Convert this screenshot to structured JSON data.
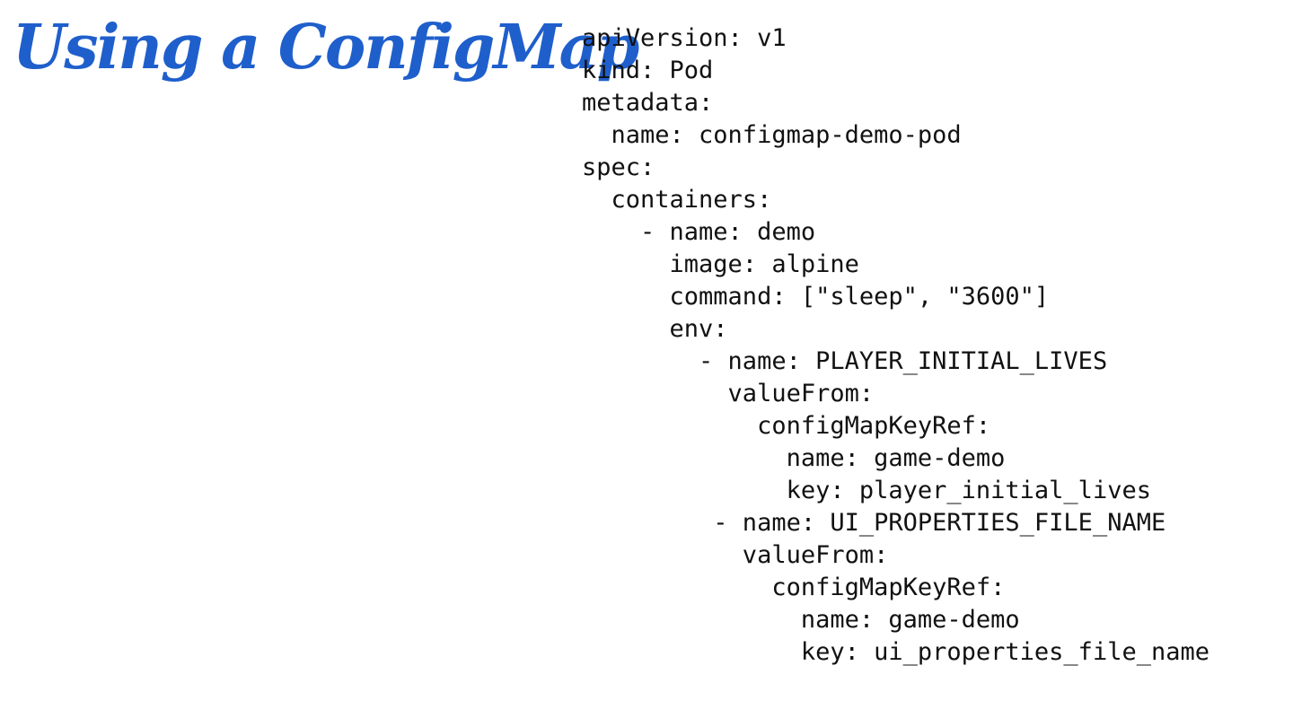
{
  "slide": {
    "title": "Using a ConfigMap",
    "title_color": "#1f5fcc"
  },
  "code": {
    "lines": [
      "apiVersion: v1",
      "kind: Pod",
      "metadata:",
      "  name: configmap-demo-pod",
      "spec:",
      "  containers:",
      "    - name: demo",
      "      image: alpine",
      "      command: [\"sleep\", \"3600\"]",
      "      env:",
      "        - name: PLAYER_INITIAL_LIVES",
      "          valueFrom:",
      "            configMapKeyRef:",
      "              name: game-demo",
      "              key: player_initial_lives",
      "         - name: UI_PROPERTIES_FILE_NAME",
      "           valueFrom:",
      "             configMapKeyRef:",
      "               name: game-demo",
      "               key: ui_properties_file_name"
    ]
  }
}
